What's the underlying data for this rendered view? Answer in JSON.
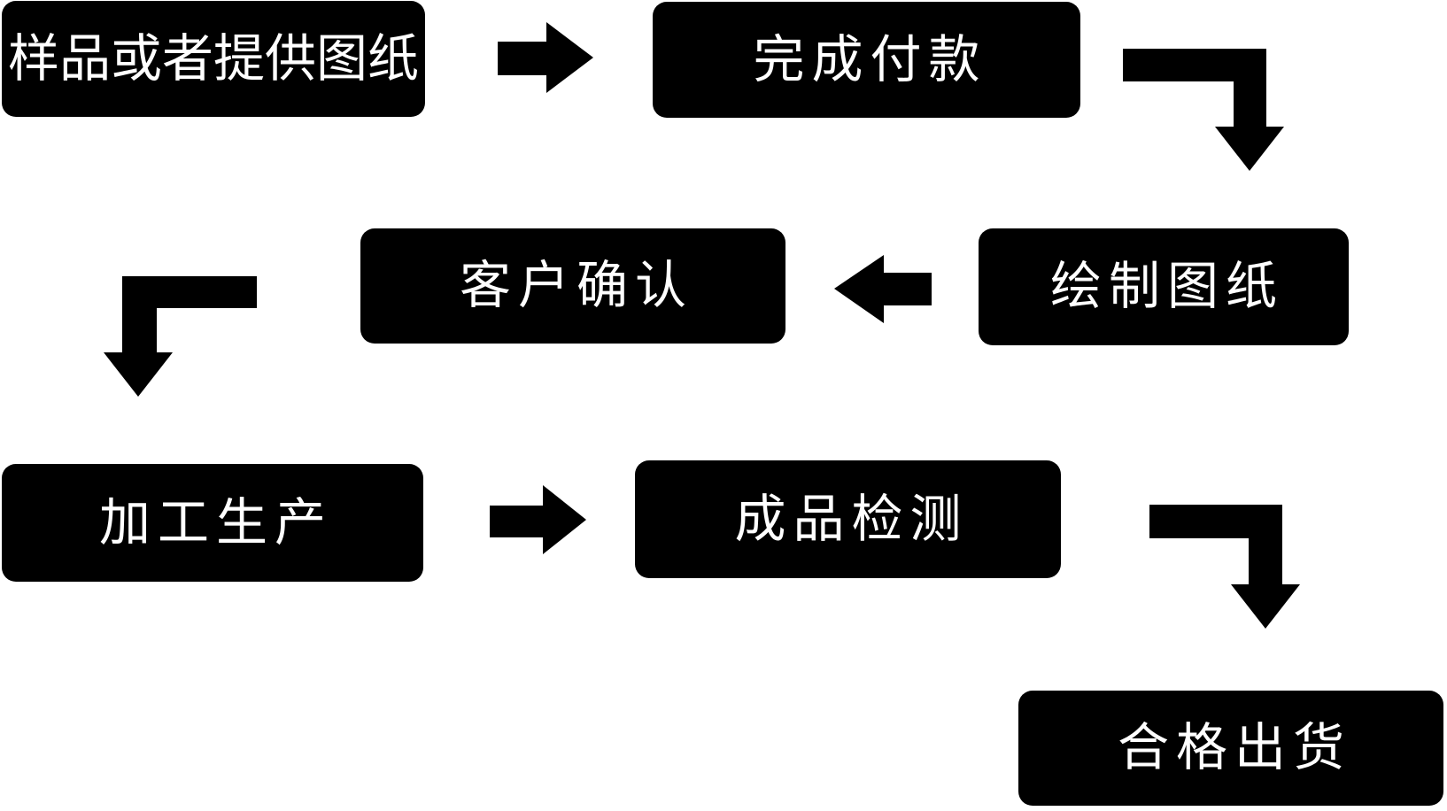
{
  "diagram": {
    "type": "flowchart",
    "background_color": "#ffffff",
    "node_fill_color": "#000000",
    "node_text_color": "#ffffff",
    "arrow_color": "#000000",
    "nodes": [
      {
        "id": "sample-or-provide-drawing",
        "label": "样品或者提供图纸"
      },
      {
        "id": "complete-payment",
        "label": "完成付款"
      },
      {
        "id": "draw-drawings",
        "label": "绘制图纸"
      },
      {
        "id": "customer-confirmation",
        "label": "客户确认"
      },
      {
        "id": "processing-production",
        "label": "加工生产"
      },
      {
        "id": "finished-product-inspection",
        "label": "成品检测"
      },
      {
        "id": "qualified-shipment",
        "label": "合格出货"
      }
    ],
    "edges": [
      {
        "from": "sample-or-provide-drawing",
        "to": "complete-payment",
        "arrow": "right"
      },
      {
        "from": "complete-payment",
        "to": "draw-drawings",
        "arrow": "elbow-right-down"
      },
      {
        "from": "draw-drawings",
        "to": "customer-confirmation",
        "arrow": "left"
      },
      {
        "from": "customer-confirmation",
        "to": "processing-production",
        "arrow": "elbow-left-down"
      },
      {
        "from": "processing-production",
        "to": "finished-product-inspection",
        "arrow": "right"
      },
      {
        "from": "finished-product-inspection",
        "to": "qualified-shipment",
        "arrow": "elbow-right-down"
      }
    ]
  }
}
